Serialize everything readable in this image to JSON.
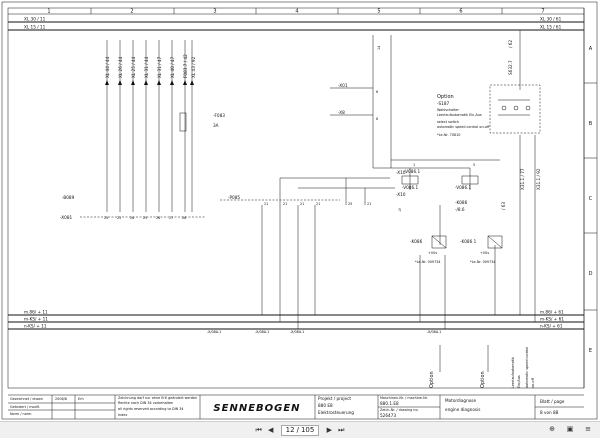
{
  "columns": [
    "1",
    "2",
    "3",
    "4",
    "5",
    "6",
    "7"
  ],
  "rows": [
    "A",
    "B",
    "C",
    "D",
    "E"
  ],
  "rails": {
    "top1": "XL 30 / 11",
    "top2": "XL 15 / 11",
    "top1_right": "XL 30 / 61",
    "top2_right": "XL 15 / 61",
    "bot1": "m.86/ + 11",
    "bot2": "m-KS/ + 11",
    "bot3": "n-KS/ + 11",
    "bot1_right": "m.86/ + 61",
    "bot2_right": "m-KS/ + 61",
    "bot3_right": "n-KS/ + 61"
  },
  "left_connectors": {
    "labels": [
      "XL 44 / 44",
      "XL 26 / 44",
      "XL 25 / 44",
      "XL 31 / 44",
      "XL 31 / 47",
      "XL 40 / 47"
    ],
    "fuse_labels": [
      "F083.7 / 42",
      "XL 43 / 92"
    ]
  },
  "fuse": {
    "name": "-F083",
    "rating": "3A"
  },
  "terminal_rows": {
    "x081": "-X081",
    "x081_pins": [
      "25",
      "25",
      "26",
      "25",
      "26",
      "27",
      "28"
    ],
    "p085": "-P085",
    "p085_pins": [
      "21",
      "21",
      "21",
      "21",
      "25",
      "21"
    ],
    "b089": "-B089"
  },
  "signals": {
    "x01": "-X01",
    "x8": "-X8",
    "sig6": "6",
    "sig8": "8"
  },
  "option_switch": {
    "title": "Option",
    "code": "-S187",
    "text_de": "Wahlschalter",
    "text_de2": "Leerlaufautomatik Ein-Aus",
    "text_en": "select switch",
    "text_en2": "automatic speed control on-off",
    "part": "*Le-Nr. 70810",
    "ref1": "S632.7",
    "ref2": "/ 62",
    "ref3": "X31.1 / 77",
    "ref4": "X31.1 / 92"
  },
  "relays": {
    "v086_1": "-V086.1",
    "v086_1_ref": "-V086.1",
    "v086_2": "-V086.1",
    "k086": "-K086",
    "k086_ref": "-/8.6",
    "k086_1": "-K086",
    "k086_1_ref": "+V0s",
    "k086_2": "-K086 1",
    "k086_2_ref": "+V0s",
    "k086_part1": "*Le-Nr. 009734",
    "k086_part2": "*Le-Nr. 009734",
    "x10": "-X10",
    "x10b": "-X10",
    "ref_right": "/ 63",
    "sig_j": "7J",
    "wire_14": "14",
    "wire_1": "1",
    "wire_5": "5",
    "bot_ref": "-X/08A.1"
  },
  "bottom_labels": {
    "b1": "-X/08A.1",
    "b2": "-X/08A.1",
    "b3": "-X/08A.1",
    "b4": "-X/08A.1"
  },
  "option_sections": {
    "opt1": "Option",
    "opt2": "Option",
    "rot_a": "Leerlaufautomatik",
    "rot_b": "Ein/Aus",
    "rot_c": "automatic speed control",
    "rot_d": "on-off"
  },
  "title_block": {
    "created_label": "Gezeichnet / drawn",
    "checked_label": "Geändert / modif.",
    "norm_label": "Norm / norm",
    "date": "2006/8",
    "name": "Erh",
    "note_de": "Zeichnung darf nur ohne Ertl geändert werden",
    "note_de2": "Rechte nach DIN 34 vorbehalten",
    "note_en": "all rights reserved according to DIN 34",
    "note_en2": "Index",
    "company": "SENNEBOGEN",
    "project_label": "Projekt / project",
    "project": "880 E8",
    "project_sub": "Elektrosteuerung",
    "machine_label": "Maschinen-Nr. / machine-Nr.",
    "machine": "880.1.E8",
    "drawing_label": "Zeich-Nr. / drawing no.",
    "drawing": "526473",
    "title_de": "Motordiagnose",
    "title_en": "engine diagnosis",
    "sheet_label": "Blatt / page",
    "sheet": "8 von 88"
  },
  "viewer": {
    "page_current": "12",
    "page_total": "105",
    "page_sep": "/"
  }
}
